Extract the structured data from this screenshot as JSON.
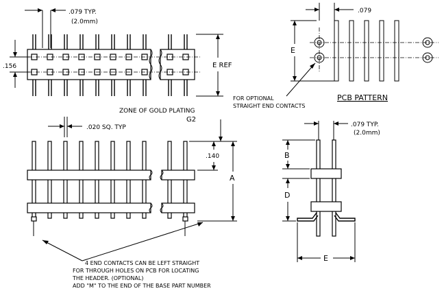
{
  "labels": {
    "pitch_typ": ".079 TYP.",
    "pitch_mm": "(2.0mm)",
    "row_spacing": ".156",
    "e_ref": "E  REF",
    "pcb_pitch": ".079",
    "pcb_e": "E",
    "pcb_pattern": "PCB PATTERN",
    "optional_contacts_1": "FOR OPTIONAL",
    "optional_contacts_2": "STRAIGHT END CONTACTS",
    "gold_zone": "ZONE OF GOLD PLATING",
    "gold_code": "G2",
    "pin_size": ".020 SQ. TYP",
    "dim_140": ".140",
    "dim_a": "A",
    "dim_b": "B",
    "dim_d": "D",
    "side_pitch_typ": ".079 TYP.",
    "side_pitch_mm": "(2.0mm)",
    "dim_e_bottom": "E",
    "note_1": "4 END CONTACTS CAN BE LEFT STRAIGHT",
    "note_2": "FOR THROUGH HOLES ON PCB FOR LOCATING",
    "note_3": "THE HEADER. (OPTIONAL)",
    "note_4": "ADD \"M\" TO THE END OF THE BASE PART NUMBER"
  }
}
